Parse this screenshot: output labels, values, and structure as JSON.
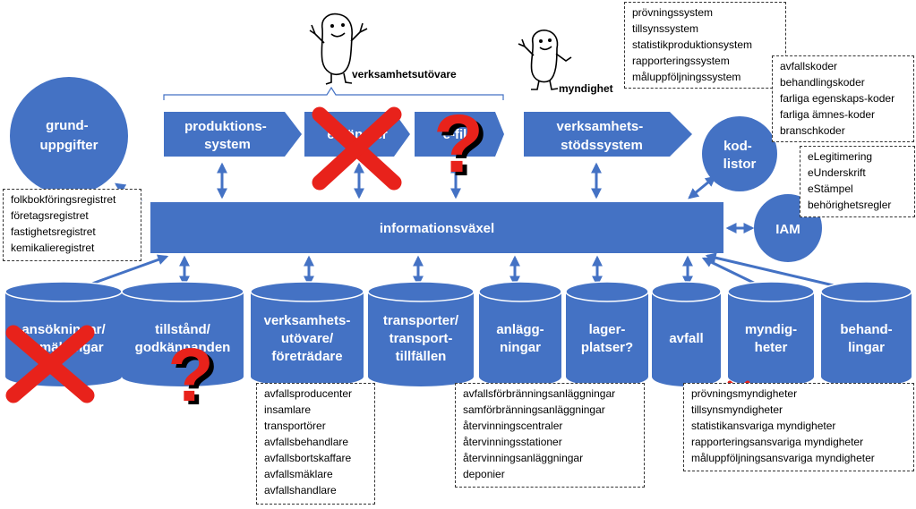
{
  "colors": {
    "shape_fill": "#4472C4",
    "arrow": "#4472C4",
    "cross": "#E8221B",
    "question": "#E8221B"
  },
  "actors": {
    "operator": "verksamhetsutövare",
    "authority": "myndighet"
  },
  "circles": {
    "base_data": [
      "grund-",
      "uppgifter"
    ],
    "code_lists": [
      "kod-",
      "listor"
    ],
    "iam": [
      "IAM"
    ]
  },
  "systems": {
    "production": [
      "produktions-",
      "system"
    ],
    "reporting": [
      "e-tjänster"
    ],
    "efile": [
      "e-fil"
    ],
    "business_support": [
      "verksamhets-",
      "stödssystem"
    ]
  },
  "hub": {
    "label": "informationsväxel"
  },
  "databases": [
    {
      "id": "applications",
      "lines": [
        "ansökningar/",
        "anmälningar"
      ]
    },
    {
      "id": "permits",
      "lines": [
        "tillstånd/",
        "godkännanden"
      ]
    },
    {
      "id": "operators",
      "lines": [
        "verksamhets-",
        "utövare/",
        "företrädare"
      ]
    },
    {
      "id": "transports",
      "lines": [
        "transporter/",
        "transport-",
        "tillfällen"
      ]
    },
    {
      "id": "facilities",
      "lines": [
        "anlägg-",
        "ningar"
      ]
    },
    {
      "id": "storage",
      "lines": [
        "lager-",
        "platser?"
      ]
    },
    {
      "id": "waste",
      "lines": [
        "avfall"
      ]
    },
    {
      "id": "authorities",
      "lines": [
        "myndig-",
        "heter"
      ]
    },
    {
      "id": "treatments",
      "lines": [
        "behand-",
        "lingar"
      ]
    }
  ],
  "lists": {
    "registers": [
      "folkbokföringsregistret",
      "företagsregistret",
      "fastighetsregistret",
      "kemikalieregistret"
    ],
    "authority_systems": [
      "prövningssystem",
      "tillsynssystem",
      "statistikproduktionsystem",
      "rapporteringssystem",
      "måluppföljningssystem"
    ],
    "codes": [
      "avfallskoder",
      "behandlingskoder",
      "farliga egenskaps-koder",
      "farliga ämnes-koder",
      "branschkoder"
    ],
    "identity": [
      "eLegitimering",
      "eUnderskrift",
      "eStämpel",
      "behörighetsregler"
    ],
    "operator_roles": [
      "avfallsproducenter",
      "insamlare",
      "transportörer",
      "avfallsbehandlare",
      "avfallsbortskaffare",
      "avfallsmäklare",
      "avfallshandlare"
    ],
    "facility_types": [
      "avfallsförbränningsanläggningar",
      "samförbränningsanläggningar",
      "återvinningscentraler",
      "återvinningsstationer",
      "återvinningsanläggningar",
      "deponier"
    ],
    "authority_types": [
      "prövningsmyndigheter",
      "tillsynsmyndigheter",
      "statistikansvariga myndigheter",
      "rapporteringsansvariga myndigheter",
      "måluppföljningsansvariga myndigheter"
    ]
  },
  "mark_symbol": "?"
}
